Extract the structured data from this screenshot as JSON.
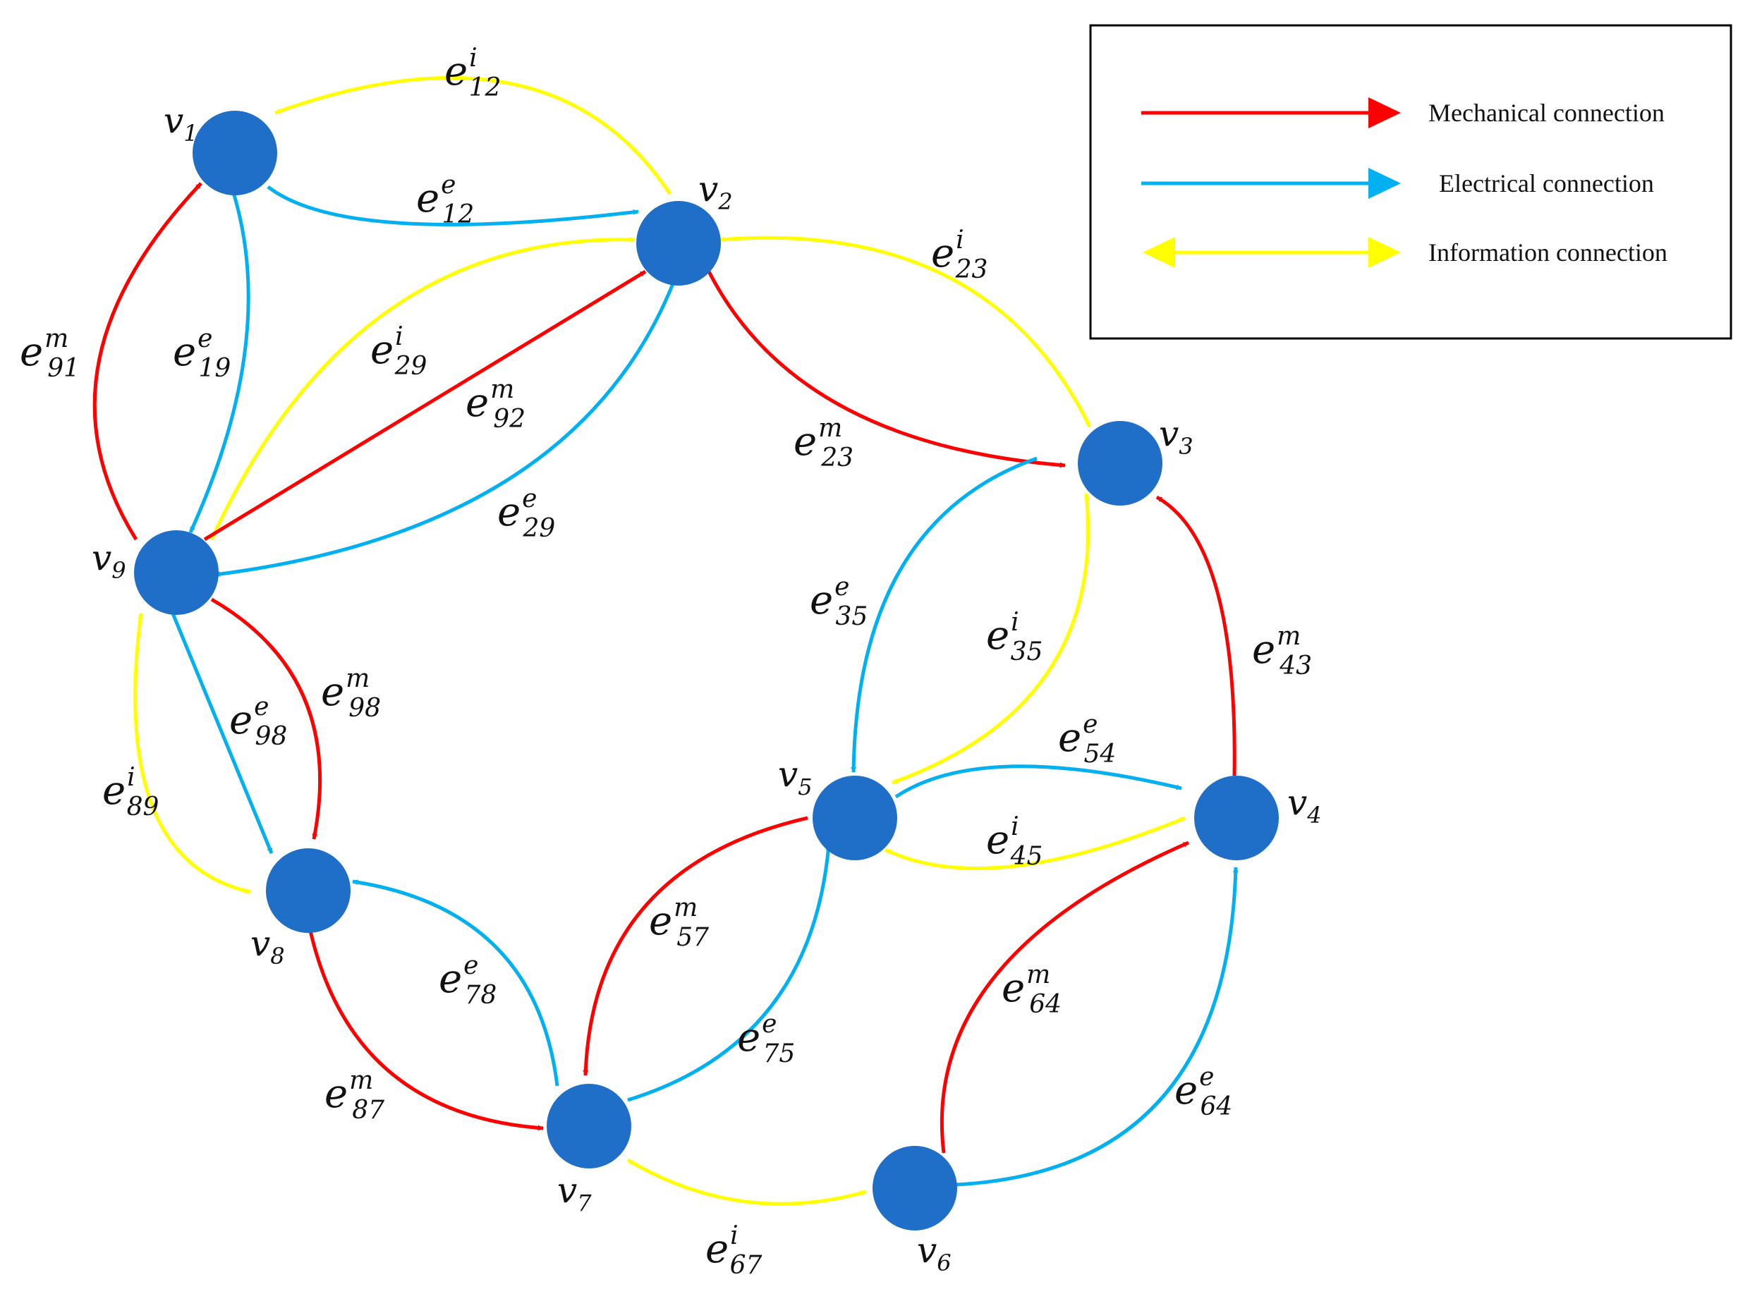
{
  "colors": {
    "mechanical": "#ff0000",
    "electrical": "#00b0f0",
    "information": "#ffff00",
    "node": "#1f6fc8"
  },
  "legend": {
    "mechanical": "Mechanical connection",
    "electrical": "Electrical connection",
    "information": "Information connection"
  },
  "nodes": {
    "v1": {
      "base": "v",
      "sub": "1"
    },
    "v2": {
      "base": "v",
      "sub": "2"
    },
    "v3": {
      "base": "v",
      "sub": "3"
    },
    "v4": {
      "base": "v",
      "sub": "4"
    },
    "v5": {
      "base": "v",
      "sub": "5"
    },
    "v6": {
      "base": "v",
      "sub": "6"
    },
    "v7": {
      "base": "v",
      "sub": "7"
    },
    "v8": {
      "base": "v",
      "sub": "8"
    },
    "v9": {
      "base": "v",
      "sub": "9"
    }
  },
  "edges": {
    "e12i": {
      "base": "e",
      "sup": "i",
      "sub": "12"
    },
    "e12e": {
      "base": "e",
      "sup": "e",
      "sub": "12"
    },
    "e23i": {
      "base": "e",
      "sup": "i",
      "sub": "23"
    },
    "e91m": {
      "base": "e",
      "sup": "m",
      "sub": "91"
    },
    "e19e": {
      "base": "e",
      "sup": "e",
      "sub": "19"
    },
    "e29i": {
      "base": "e",
      "sup": "i",
      "sub": "29"
    },
    "e92m": {
      "base": "e",
      "sup": "m",
      "sub": "92"
    },
    "e23m": {
      "base": "e",
      "sup": "m",
      "sub": "23"
    },
    "e29e": {
      "base": "e",
      "sup": "e",
      "sub": "29"
    },
    "e35e": {
      "base": "e",
      "sup": "e",
      "sub": "35"
    },
    "e35i": {
      "base": "e",
      "sup": "i",
      "sub": "35"
    },
    "e43m": {
      "base": "e",
      "sup": "m",
      "sub": "43"
    },
    "e98e": {
      "base": "e",
      "sup": "e",
      "sub": "98"
    },
    "e98m": {
      "base": "e",
      "sup": "m",
      "sub": "98"
    },
    "e89i": {
      "base": "e",
      "sup": "i",
      "sub": "89"
    },
    "e54e": {
      "base": "e",
      "sup": "e",
      "sub": "54"
    },
    "e45i": {
      "base": "e",
      "sup": "i",
      "sub": "45"
    },
    "e57m": {
      "base": "e",
      "sup": "m",
      "sub": "57"
    },
    "e78e": {
      "base": "e",
      "sup": "e",
      "sub": "78"
    },
    "e75e": {
      "base": "e",
      "sup": "e",
      "sub": "75"
    },
    "e64m": {
      "base": "e",
      "sup": "m",
      "sub": "64"
    },
    "e87m": {
      "base": "e",
      "sup": "m",
      "sub": "87"
    },
    "e64e": {
      "base": "e",
      "sup": "e",
      "sub": "64"
    },
    "e67i": {
      "base": "e",
      "sup": "i",
      "sub": "67"
    }
  }
}
